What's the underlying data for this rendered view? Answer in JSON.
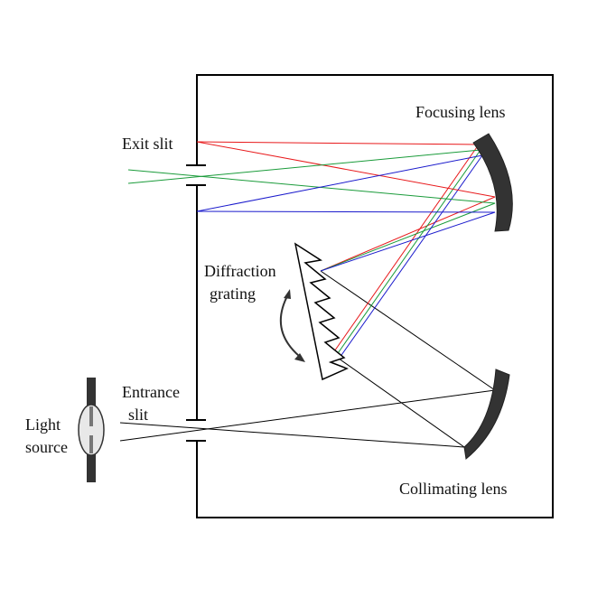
{
  "labels": {
    "exit_slit": "Exit slit",
    "focusing_lens": "Focusing lens",
    "diffraction_grating_line1": "Diffraction",
    "diffraction_grating_line2": "grating",
    "entrance_slit_line1": "Entrance",
    "entrance_slit_line2": "slit",
    "light_source_line1": "Light",
    "light_source_line2": "source",
    "collimating_lens": "Collimating lens"
  },
  "colors": {
    "outline": "#000000",
    "lens_fill": "#333333",
    "ray_white": "#000000",
    "ray_red": "#e8191b",
    "ray_green": "#1a9b3a",
    "ray_blue": "#1a1acc",
    "lamp_fill": "#e8e8e8",
    "lamp_post": "#333333"
  }
}
